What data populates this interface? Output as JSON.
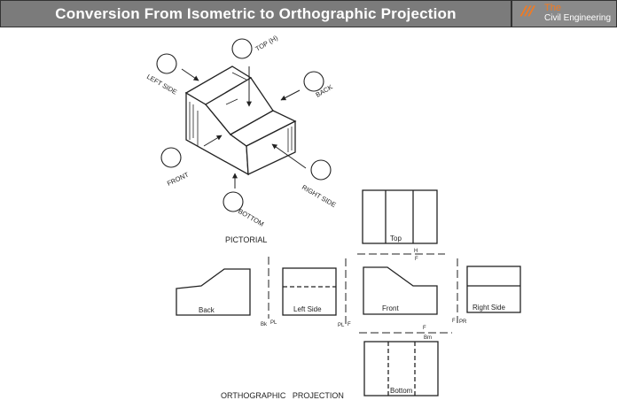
{
  "header": {
    "title": "Conversion From Isometric to Orthographic Projection",
    "logo_line1": "The",
    "logo_line2": "Civil Engineering",
    "logo_colors": {
      "accent": "#f47a20",
      "bar": "#7b7b7b"
    }
  },
  "pictorial": {
    "caption": "PICTORIAL",
    "viewers": {
      "left": "LEFT SIDE",
      "top": "TOP (H)",
      "back": "BACK",
      "front": "FRONT",
      "right": "RIGHT SIDE",
      "bottom": "BOTTOM"
    }
  },
  "ortho": {
    "caption": "ORTHOGRAPHIC   PROJECTION",
    "views": {
      "top": "Top",
      "back": "Back",
      "left": "Left Side",
      "front": "Front",
      "right": "Right Side",
      "bottom": "Bottom"
    },
    "fold_labels": {
      "hf_h": "H",
      "hf_f": "F",
      "fb_f": "F",
      "fb_b": "Bm",
      "bk": "Bk",
      "pl1": "PL",
      "pl2": "PL",
      "f1": "F",
      "f2": "F",
      "pr": "PR"
    }
  }
}
